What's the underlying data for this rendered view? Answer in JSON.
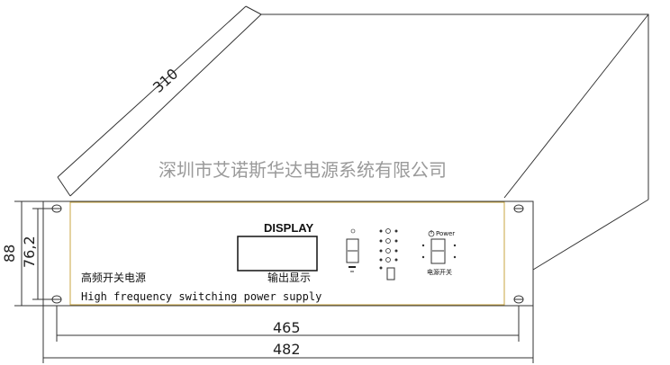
{
  "watermark": "深圳市艾诺斯华达电源系统有限公司",
  "dimensions": {
    "depth": "310",
    "height_total": "88",
    "height_inner": "76,2",
    "width_inner": "465",
    "width_total": "482"
  },
  "front_panel": {
    "display_title": "DISPLAY",
    "display_caption": "输出显示",
    "product_cn": "高频开关电源",
    "product_en": "High frequency switching power supply",
    "power_label": "Power",
    "power_switch_caption": "电源开关"
  }
}
